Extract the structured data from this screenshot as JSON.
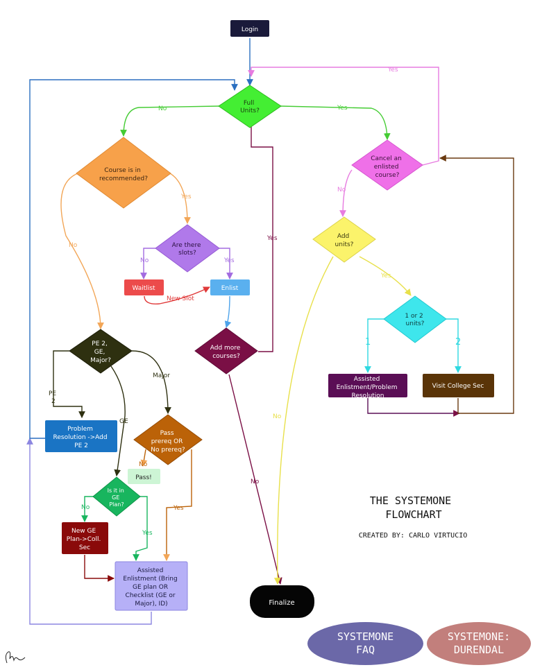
{
  "nodes": {
    "login": "Login",
    "full_units": [
      "Full",
      "Units?"
    ],
    "course_recommended": [
      "Course is in",
      "recommended?"
    ],
    "cancel_enlisted": [
      "Cancel an",
      "enlisted",
      "course?"
    ],
    "are_there_slots": [
      "Are there",
      "slots?"
    ],
    "add_units": [
      "Add",
      "units?"
    ],
    "waitlist": "Waitlist",
    "enlist": "Enlist",
    "add_more_courses": [
      "Add more",
      "courses?"
    ],
    "one_or_two_units": [
      "1 or 2",
      "units?"
    ],
    "pe2_ge_major": [
      "PE 2,",
      "GE,",
      "Major?"
    ],
    "assisted_problem": [
      "Assisted",
      "Enlistment/Problem",
      "Resolution"
    ],
    "visit_college_sec": "Visit College Sec",
    "problem_resolution": [
      "Problem",
      "Resolution ->Add",
      "PE 2"
    ],
    "pass_prereq": [
      "Pass",
      "prereq OR",
      "No prereq?"
    ],
    "pass": "Pass!",
    "is_it_in_ge": [
      "Is it in",
      "GE",
      "Plan?"
    ],
    "new_ge_plan": [
      "New GE",
      "Plan->Coll.",
      "Sec"
    ],
    "assisted_bring": [
      "Assisted",
      "Enlistment (Bring",
      "GE plan OR",
      "Checklist (GE or",
      "Major), ID)"
    ],
    "finalize": "Finalize"
  },
  "edge_labels": {
    "yes": "Yes",
    "no": "No",
    "new_slot": "New Slot",
    "one": "1",
    "two": "2",
    "pe2": [
      "PE",
      "2"
    ],
    "ge": "GE",
    "major": "Major"
  },
  "title": [
    "THE SYSTEMONE",
    "FLOWCHART"
  ],
  "credit": "CREATED BY: CARLO VIRTUCIO",
  "buttons": {
    "faq": [
      "SYSTEMONE",
      "FAQ"
    ],
    "durendal": [
      "SYSTEMONE:",
      "DURENDAL"
    ]
  },
  "colors": {
    "login": "#1a1a3a",
    "full_units": "#44ee33",
    "course_recommended": "#f7a14a",
    "cancel_enlisted": "#ef70e8",
    "are_there_slots": "#b079ea",
    "add_units": "#fbf36b",
    "waitlist": "#ec4b4b",
    "enlist": "#5ab0ef",
    "add_more_courses": "#7a0f45",
    "one_or_two_units": "#3ee6ec",
    "pe2_ge_major": "#2e3010",
    "assisted_problem": "#5a0e55",
    "visit_college_sec": "#5a3408",
    "problem_resolution": "#1a74c4",
    "pass_prereq": "#bb6208",
    "pass": "#cdf5d5",
    "is_it_in_ge": "#18b55e",
    "new_ge_plan": "#8a0a0a",
    "assisted_bring": "#b6b0f7",
    "finalize": "#050505",
    "faq_button": "#6b68a8",
    "durendal_button": "#c27f7c"
  }
}
